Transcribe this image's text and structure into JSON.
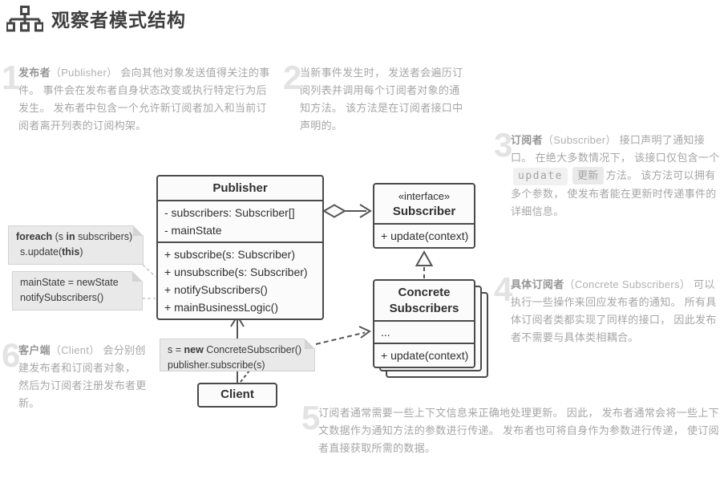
{
  "header": {
    "title": "观察者模式结构",
    "icon": "hierarchy-icon"
  },
  "annotations": [
    {
      "num": "1",
      "lead": "发布者",
      "paren": "（Publisher）",
      "text": " 会向其他对象发送值得关注的事件。 事件会在发布者自身状态改变或执行特定行为后发生。 发布者中包含一个允许新订阅者加入和当前订阅者离开列表的订阅构架。"
    },
    {
      "num": "2",
      "text": "当新事件发生时， 发送者会遍历订阅列表并调用每个订阅者对象的通知方法。 该方法是在订阅者接口中声明的。"
    },
    {
      "num": "3",
      "lead": "订阅者",
      "paren": "（Subscriber）",
      "text_before": " 接口声明了通知接口。 在绝大多数情况下， 该接口仅包含一个",
      "chip_code": "update",
      "chip_zh": "更新",
      "text_after": "方法。 该方法可以拥有多个参数， 使发布者能在更新时传递事件的详细信息。"
    },
    {
      "num": "4",
      "lead": "具体订阅者",
      "paren": "（Concrete Subscribers）",
      "text": " 可以执行一些操作来回应发布者的通知。 所有具体订阅者类都实现了同样的接口， 因此发布者不需要与具体类相耦合。"
    },
    {
      "num": "5",
      "text": "订阅者通常需要一些上下文信息来正确地处理更新。 因此， 发布者通常会将一些上下文数据作为通知方法的参数进行传递。 发布者也可将自身作为参数进行传递， 使订阅者直接获取所需的数据。"
    },
    {
      "num": "6",
      "lead": "客户端",
      "paren": "（Client）",
      "text": " 会分别创建发布者和订阅者对象， 然后为订阅者注册发布者更新。"
    }
  ],
  "diagram": {
    "publisher": {
      "title": "Publisher",
      "fields": [
        "- subscribers: Subscriber[]",
        "- mainState"
      ],
      "methods": [
        "+ subscribe(s: Subscriber)",
        "+ unsubscribe(s: Subscriber)",
        "+ notifySubscribers()",
        "+ mainBusinessLogic()"
      ]
    },
    "subscriber": {
      "stereotype": "«interface»",
      "title": "Subscriber",
      "methods": [
        "+ update(context)"
      ]
    },
    "concrete_subscribers": {
      "title": "Concrete Subscribers",
      "fields": [
        "..."
      ],
      "methods": [
        "+ update(context)"
      ]
    },
    "client": {
      "title": "Client"
    },
    "notes": {
      "notify_body": {
        "kw1": "foreach",
        "t1": " (s ",
        "kw2": "in",
        "t2": " subscribers)",
        "t3": "s.update(",
        "kw3": "this",
        "t4": ")"
      },
      "main_logic_body": {
        "line1": "mainState = newState",
        "line2": "notifySubscribers()"
      },
      "client_body": {
        "t1": "s = ",
        "kw1": "new",
        "t2": " ConcreteSubscriber()",
        "line2": "publisher.subscribe(s)"
      }
    }
  },
  "colors": {
    "box_border": "#4a4a4a",
    "box_bg": "#fbfbfb",
    "note_bg": "#e9e9e9",
    "annotation_text": "#a6a6a6",
    "annotation_number": "#e3e3e3",
    "arrow": "#555555",
    "note_connector": "#c6c6c6",
    "title_text": "#3e3e3e"
  }
}
